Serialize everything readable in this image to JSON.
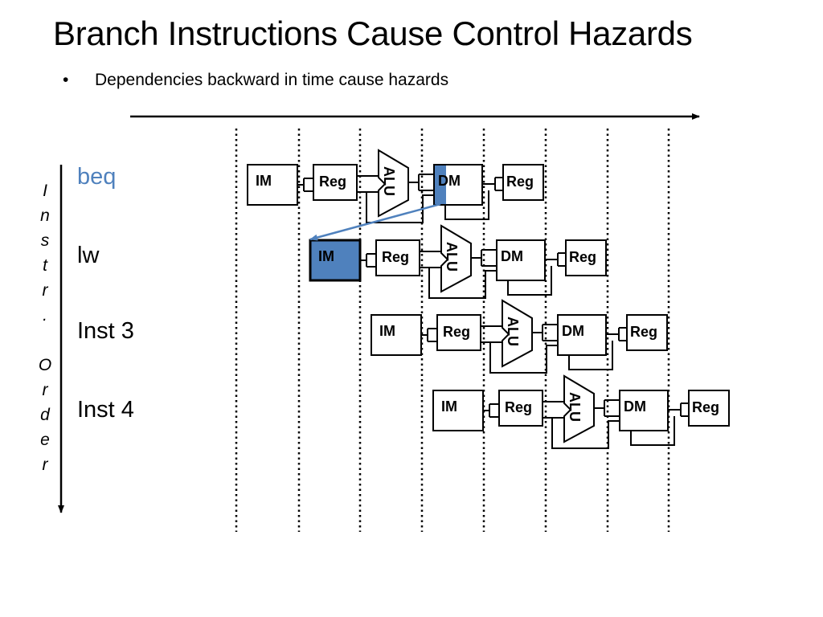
{
  "title": "Branch Instructions Cause Control Hazards",
  "bullet": "Dependencies backward in time cause hazards",
  "axis_label": "Instr. Order",
  "instructions": [
    {
      "label": "beq",
      "color": "#4F81BD"
    },
    {
      "label": "lw",
      "color": "#000000"
    },
    {
      "label": "Inst 3",
      "color": "#000000"
    },
    {
      "label": "Inst 4",
      "color": "#000000"
    }
  ],
  "stage_labels": {
    "im": "IM",
    "reg": "Reg",
    "alu": "ALU",
    "dm": "DM"
  },
  "colors": {
    "highlight": "#4F81BD",
    "line": "#000000"
  },
  "highlights": [
    {
      "instruction": "beq",
      "stage": "DM",
      "mode": "right-half"
    },
    {
      "instruction": "lw",
      "stage": "IM",
      "mode": "full"
    }
  ],
  "dependency_arrow": {
    "from": "beq.DM",
    "to": "lw.IM",
    "color": "#4F81BD"
  }
}
